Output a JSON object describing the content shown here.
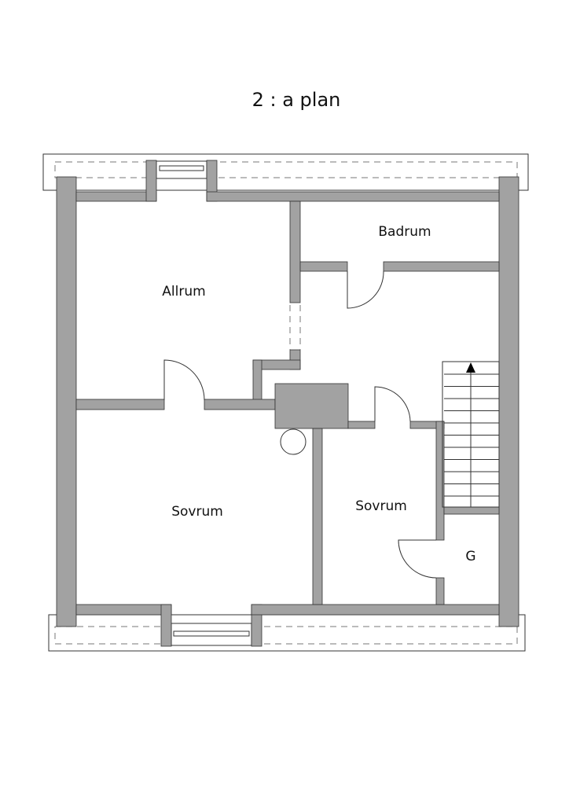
{
  "title": "2 : a plan",
  "rooms": {
    "allrum": "Allrum",
    "badrum": "Badrum",
    "sovrum_large": "Sovrum",
    "sovrum_small": "Sovrum",
    "g": "G"
  },
  "colors": {
    "wall": "#a2a2a2",
    "line": "#333333"
  }
}
